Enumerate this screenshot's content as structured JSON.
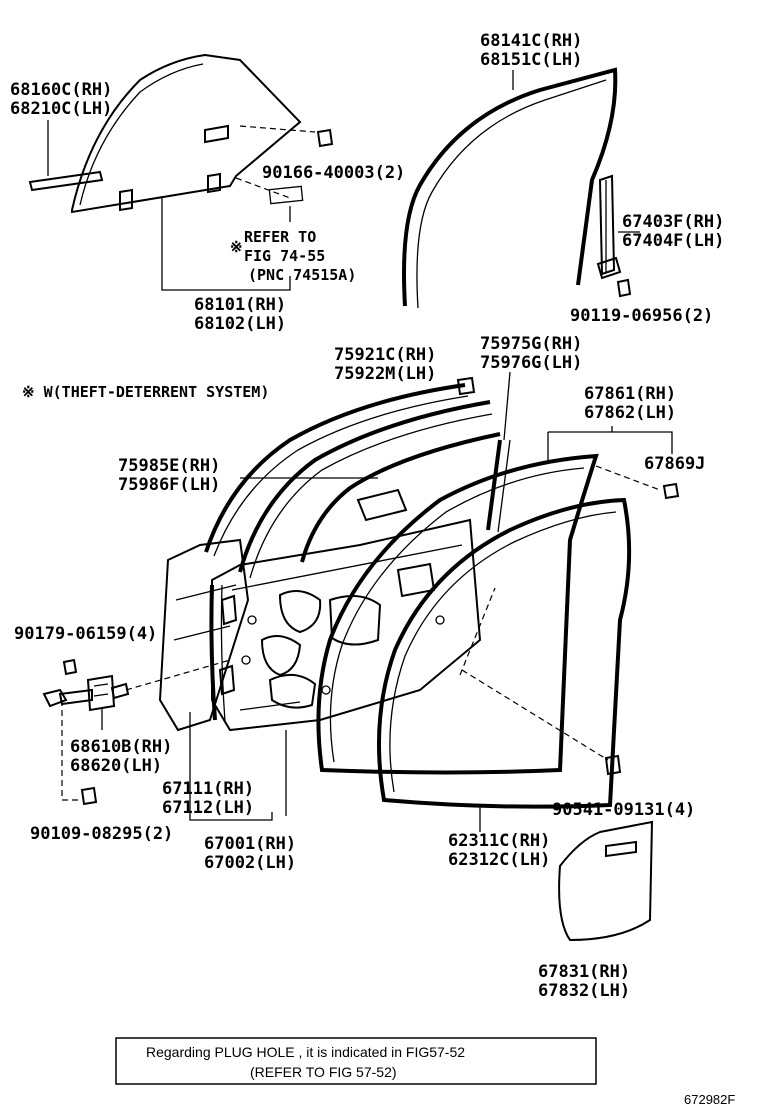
{
  "labels": {
    "p68160": [
      "68160C(RH)",
      "68210C(LH)"
    ],
    "p68141": [
      "68141C(RH)",
      "68151C(LH)"
    ],
    "p90166": "90166-40003(2)",
    "refer": [
      "REFER TO",
      "FIG 74-55",
      "(PNC 74515A)"
    ],
    "refer_mark": "※",
    "p67403": [
      "67403F(RH)",
      "67404F(LH)"
    ],
    "p68101": [
      "68101(RH)",
      "68102(LH)"
    ],
    "p90119": "90119-06956(2)",
    "p75921": [
      "75921C(RH)",
      "75922M(LH)"
    ],
    "p75975": [
      "75975G(RH)",
      "75976G(LH)"
    ],
    "theft_note": "※ W(THEFT-DETERRENT SYSTEM)",
    "p67861": [
      "67861(RH)",
      "67862(LH)"
    ],
    "p67869": "67869J",
    "p75985": [
      "75985E(RH)",
      "75986F(LH)"
    ],
    "p90179": "90179-06159(4)",
    "p68610": [
      "68610B(RH)",
      "68620(LH)"
    ],
    "p67111": [
      "67111(RH)",
      "67112(LH)"
    ],
    "p90109": "90109-08295(2)",
    "p67001": [
      "67001(RH)",
      "67002(LH)"
    ],
    "p62311": [
      "62311C(RH)",
      "62312C(LH)"
    ],
    "p90541": "90541-09131(4)",
    "p67831": [
      "67831(RH)",
      "67832(LH)"
    ]
  },
  "footer": {
    "line1": "Regarding PLUG HOLE , it is indicated in FIG57-52",
    "line2": "(REFER TO FIG 57-52)"
  },
  "figure_id": "672982F"
}
